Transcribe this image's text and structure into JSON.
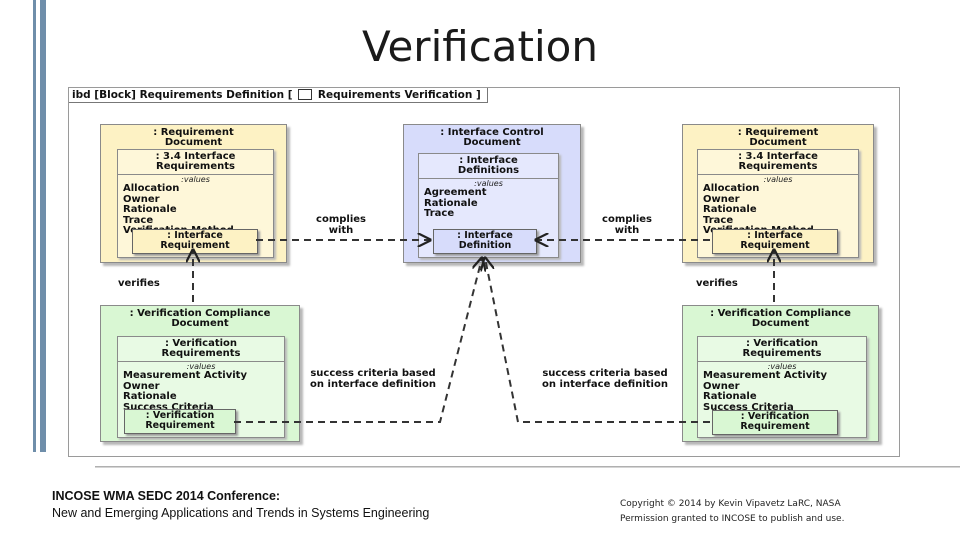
{
  "slide": {
    "title": "Verification"
  },
  "frame": {
    "prefix": "ibd [Block] Requirements Definition [",
    "suffix": "Requirements Verification ]"
  },
  "blocks": {
    "req_doc_left": {
      "title": ": Requirement Document",
      "part_title": ": 3.4 Interface Requirements",
      "values_label": ":values",
      "values": [
        "Allocation",
        "Owner",
        "Rationale",
        "Trace",
        "Verification Method"
      ],
      "port": ": Interface Requirement"
    },
    "icd": {
      "title": ": Interface Control Document",
      "part_title": ": Interface Definitions",
      "values_label": ":values",
      "values": [
        "Agreement",
        "Rationale",
        "Trace"
      ],
      "port": ": Interface Definition"
    },
    "req_doc_right": {
      "title": ": Requirement Document",
      "part_title": ": 3.4 Interface Requirements",
      "values_label": ":values",
      "values": [
        "Allocation",
        "Owner",
        "Rationale",
        "Trace",
        "Verification Method"
      ],
      "port": ": Interface Requirement"
    },
    "vcd_left": {
      "title": ": Verification Compliance Document",
      "part_title": ": Verification Requirements",
      "values_label": ":values",
      "values": [
        "Measurement Activity",
        "Owner",
        "Rationale",
        "Success Criteria"
      ],
      "port": ": Verification Requirement"
    },
    "vcd_right": {
      "title": ": Verification Compliance Document",
      "part_title": ": Verification Requirements",
      "values_label": ":values",
      "values": [
        "Measurement Activity",
        "Owner",
        "Rationale",
        "Success Criteria"
      ],
      "port": ": Verification Requirement"
    }
  },
  "connectors": {
    "complies_left": "complies with",
    "complies_right": "complies with",
    "verifies_left": "verifies",
    "verifies_right": "verifies",
    "success_left": "success criteria based on interface definition",
    "success_right": "success criteria based on interface definition"
  },
  "footer": {
    "conference": "INCOSE WMA SEDC 2014 Conference:",
    "subtitle": "New and Emerging Applications and Trends in Systems Engineering",
    "copyright": "Copyright  © 2014 by  Kevin Vipavetz  LaRC, NASA",
    "permission": "Permission granted to INCOSE to publish and use."
  },
  "colors": {
    "accent_bar": "#6f8eaa",
    "requirement_block": "#fdf2c4",
    "interface_block": "#d7dcfb",
    "verification_block": "#d9f7d3"
  }
}
